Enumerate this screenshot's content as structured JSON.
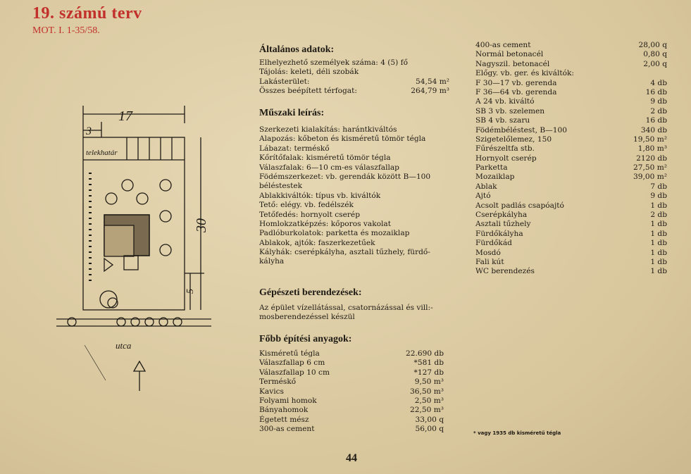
{
  "header": {
    "title": "19. számú terv",
    "subtitle": "MOT. I. 1-35/58."
  },
  "plan": {
    "dim_width": "17",
    "dim_side": "3",
    "dim_depth": "30",
    "dim_front": "5",
    "label_neighbor": "telekhatár",
    "label_street": "utca"
  },
  "general": {
    "heading": "Általános adatok:",
    "line1": "Elhelyezhető személyek száma: 4 (5) fő",
    "line2": "Tájolás: keleti, déli szobák",
    "area_label": "Lakásterület:",
    "area_value": "54,54 m²",
    "volume_label": "Összes beépített térfogat:",
    "volume_value": "264,79 m³"
  },
  "technical": {
    "heading": "Műszaki leírás:",
    "lines": [
      "Szerkezeti kialakítás: harántkiváltós",
      "Alapozás: kőbeton és kisméretű tömör tégla",
      "Lábazat: terméskő",
      "Kőrítőfalak: kisméretű tömör tégla",
      "Válaszfalak: 6—10 cm-es válaszfallap",
      "Födémszerkezet: vb. gerendák között B—100",
      "béléstestek",
      "Ablakkiváltók: típus vb. kiváltók",
      "Tető: elégy. vb. fedélszék",
      "Tetőfedés: hornyolt cserép",
      "Homlokzatképzés: kőporos vakolat",
      "Padlóburkolatok: parketta és mozaiklap",
      "Ablakok, ajtók: faszerkezetűek",
      "Kályhák: cserépkályha, asztali tűzhely, fürdő-",
      "kályha"
    ]
  },
  "mechanical": {
    "heading": "Gépészeti berendezések:",
    "lines": [
      "Az épület vízellátással, csatornázással és vill:-",
      "mosberendezéssel készül"
    ]
  },
  "materials": {
    "heading": "Főbb építési anyagok:",
    "items": [
      {
        "name": "Kisméretű tégla",
        "value": "22.690 db"
      },
      {
        "name": "Válaszfallap 6 cm",
        "value": "*581 db"
      },
      {
        "name": "Válaszfallap 10 cm",
        "value": "*127 db"
      },
      {
        "name": "Terméskő",
        "value": "9,50 m³"
      },
      {
        "name": "Kavics",
        "value": "36,50 m³"
      },
      {
        "name": "Folyami homok",
        "value": "2,50 m³"
      },
      {
        "name": "Bányahomok",
        "value": "22,50 m³"
      },
      {
        "name": "Égetett mész",
        "value": "33,00 q"
      },
      {
        "name": "300-as cement",
        "value": "56,00 q"
      }
    ]
  },
  "materials2": {
    "items": [
      {
        "name": "400-as cement",
        "value": "28,00 q"
      },
      {
        "name": "Normál betonacél",
        "value": "0,80 q"
      },
      {
        "name": "Nagyszil. betonacél",
        "value": "2,00 q"
      },
      {
        "name": "Előgy. vb. ger. és kiváltók:",
        "value": ""
      },
      {
        "name": "F 30—17 vb. gerenda",
        "value": "4 db"
      },
      {
        "name": "F 36—64 vb. gerenda",
        "value": "16 db"
      },
      {
        "name": "A 24 vb. kiváltó",
        "value": "9 db"
      },
      {
        "name": "SB 3 vb. szelemen",
        "value": "2 db"
      },
      {
        "name": "SB 4 vb. szaru",
        "value": "16 db"
      },
      {
        "name": "Födémbéléstest, B—100",
        "value": "340 db"
      },
      {
        "name": "Szigetelőlemez, 150",
        "value": "19,50 m²"
      },
      {
        "name": "Fűrészeltfa stb.",
        "value": "1,80 m³"
      },
      {
        "name": "Hornyolt cserép",
        "value": "2120 db"
      },
      {
        "name": "Parketta",
        "value": "27,50 m²"
      },
      {
        "name": "Mozaiklap",
        "value": "39,00 m²"
      },
      {
        "name": "Ablak",
        "value": "7 db"
      },
      {
        "name": "Ajtó",
        "value": "9 db"
      },
      {
        "name": "Acsolt padlás csapóajtó",
        "value": "1 db"
      },
      {
        "name": "Cserépkályha",
        "value": "2 db"
      },
      {
        "name": "Asztali tűzhely",
        "value": "1 db"
      },
      {
        "name": "Fürdőkályha",
        "value": "1 db"
      },
      {
        "name": "Fürdőkád",
        "value": "1 db"
      },
      {
        "name": "Mosdó",
        "value": "1 db"
      },
      {
        "name": "Fali kút",
        "value": "1 db"
      },
      {
        "name": "WC berendezés",
        "value": "1 db"
      }
    ]
  },
  "footnote": "* vagy 1935 db kisméretű tégla",
  "page_number": "44"
}
